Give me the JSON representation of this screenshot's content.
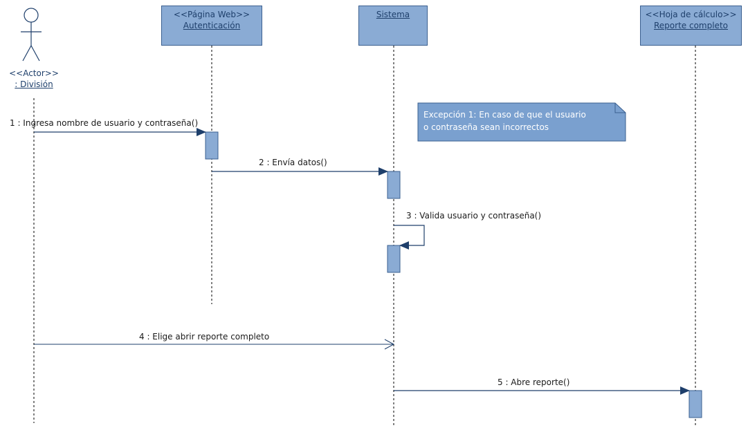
{
  "diagram": {
    "participants": [
      {
        "id": "actor",
        "stereotype": "<<Actor>>",
        "name": ": División",
        "kind": "actor"
      },
      {
        "id": "web",
        "stereotype": "<<Página Web>>",
        "name": "Autenticación",
        "kind": "box"
      },
      {
        "id": "sistema",
        "stereotype": "",
        "name": "Sistema",
        "kind": "box"
      },
      {
        "id": "hoja",
        "stereotype": "<<Hoja de cálculo>>",
        "name": "Reporte completo",
        "kind": "box"
      }
    ],
    "messages": [
      {
        "label": "1 : Ingresa nombre de usuario y contraseña()",
        "from": "actor",
        "to": "web",
        "style": "sync"
      },
      {
        "label": "2 : Envía datos()",
        "from": "web",
        "to": "sistema",
        "style": "sync"
      },
      {
        "label": "3 : Valida usuario y contraseña()",
        "from": "sistema",
        "to": "sistema",
        "style": "self"
      },
      {
        "label": "4 : Elige abrir reporte completo",
        "from": "actor",
        "to": "sistema",
        "style": "async"
      },
      {
        "label": "5 : Abre reporte()",
        "from": "sistema",
        "to": "hoja",
        "style": "sync"
      }
    ],
    "note": {
      "line1": "Excepción 1: En caso de que el usuario",
      "line2": "o contraseña sean incorrectos"
    },
    "colors": {
      "box_fill": "#8aabd4",
      "box_border": "#3a5f8f",
      "arrow": "#1e3f6b",
      "note_fill": "#7aa0cf"
    }
  }
}
